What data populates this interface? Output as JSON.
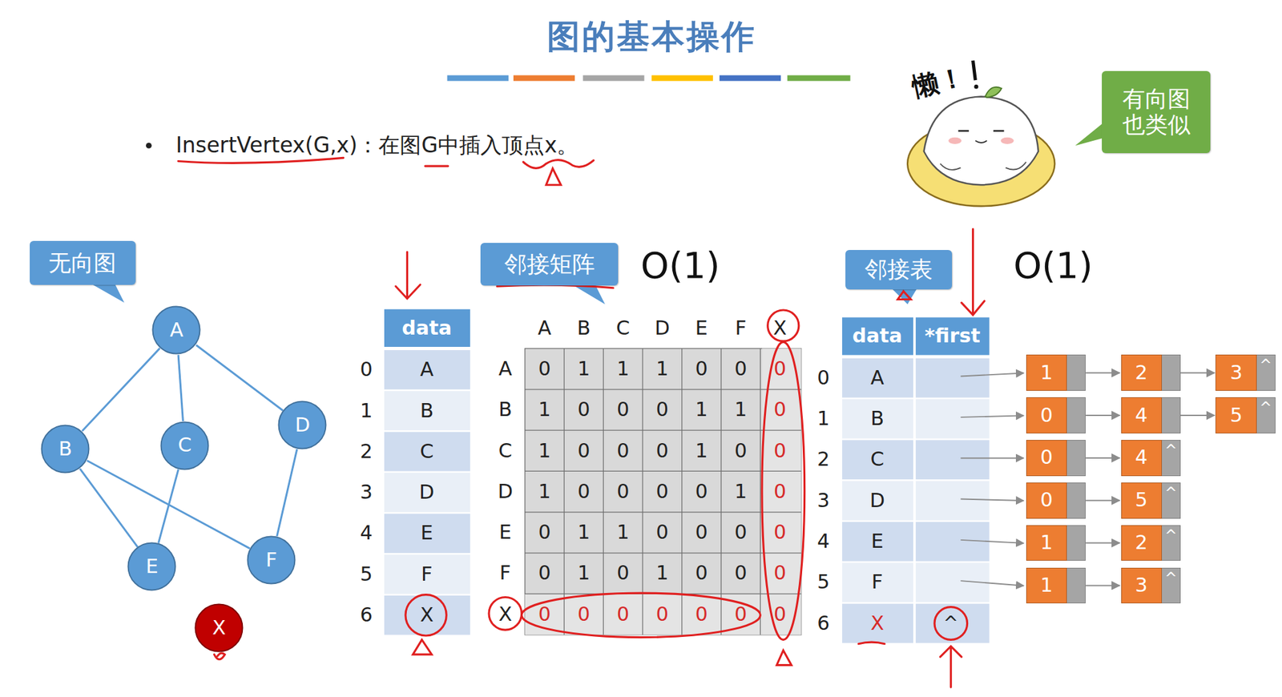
{
  "diagram": {
    "title": "图的基本操作",
    "nodes": [
      {
        "text": [
          "无向图"
        ]
      },
      {
        "text": [
          "A"
        ]
      },
      {
        "text": [
          "B"
        ]
      },
      {
        "text": [
          "C"
        ]
      },
      {
        "text": [
          "D"
        ]
      },
      {
        "text": [
          "E"
        ]
      },
      {
        "text": [
          "F"
        ]
      },
      {
        "text": [
          "X"
        ]
      },
      {
        "text": [
          "邻接矩阵"
        ]
      },
      {
        "text": [
          "邻接表"
        ]
      },
      {
        "text": [
          "有向图 也类似"
        ]
      },
      {
        "text": [
          "1"
        ]
      },
      {
        "text": [
          "2"
        ]
      },
      {
        "text": [
          "3",
          "^"
        ]
      },
      {
        "text": [
          "0"
        ]
      },
      {
        "text": [
          "4"
        ]
      },
      {
        "text": [
          "5",
          "^"
        ]
      },
      {
        "text": [
          "0"
        ]
      },
      {
        "text": [
          "4",
          "^"
        ]
      },
      {
        "text": [
          "0"
        ]
      },
      {
        "text": [
          "5",
          "^"
        ]
      },
      {
        "text": [
          "1"
        ]
      },
      {
        "text": [
          "2",
          "^"
        ]
      },
      {
        "text": [
          "1"
        ]
      },
      {
        "text": [
          "3",
          "^"
        ]
      }
    ],
    "edges": [
      {
        "from": 1,
        "to": 2,
        "arrow": "none"
      },
      {
        "from": 1,
        "to": 3,
        "arrow": "none"
      },
      {
        "from": 1,
        "to": 4,
        "arrow": "none"
      },
      {
        "from": 2,
        "to": 5,
        "arrow": "none"
      },
      {
        "from": 2,
        "to": 6,
        "arrow": "none"
      },
      {
        "from": 3,
        "to": 5,
        "arrow": "none"
      },
      {
        "from": 4,
        "to": 6,
        "arrow": "none"
      },
      {
        "from": 11,
        "to": 12,
        "arrow": "to"
      },
      {
        "from": 12,
        "to": 13,
        "arrow": "to"
      },
      {
        "from": 14,
        "to": 15,
        "arrow": "to"
      },
      {
        "from": 15,
        "to": 16,
        "arrow": "to"
      },
      {
        "from": 17,
        "to": 18,
        "arrow": "to"
      },
      {
        "from": 19,
        "to": 20,
        "arrow": "to"
      },
      {
        "from": 21,
        "to": 22,
        "arrow": "to"
      },
      {
        "from": 23,
        "to": 24,
        "arrow": "to"
      }
    ],
    "labels": [
      "InsertVertex(G,x)：在图G中插入顶点x。",
      "懒！",
      "O(1)",
      "O(1)",
      "data",
      "0",
      "1",
      "2",
      "3",
      "4",
      "5",
      "6",
      "A",
      "B",
      "C",
      "D",
      "E",
      "F",
      "X",
      "A",
      "B",
      "C",
      "D",
      "E",
      "F",
      "X",
      "A",
      "B",
      "C",
      "D",
      "E",
      "F",
      "X",
      "0",
      "1",
      "1",
      "1",
      "0",
      "0",
      "0",
      "1",
      "0",
      "0",
      "0",
      "1",
      "1",
      "0",
      "1",
      "0",
      "0",
      "0",
      "1",
      "0",
      "0",
      "1",
      "0",
      "0",
      "0",
      "0",
      "1",
      "0",
      "0",
      "1",
      "1",
      "0",
      "0",
      "0",
      "0",
      "0",
      "1",
      "0",
      "1",
      "0",
      "0",
      "0",
      "0",
      "0",
      "0",
      "0",
      "0",
      "0",
      "0",
      "data",
      "*first",
      "0",
      "1",
      "2",
      "3",
      "4",
      "5",
      "6",
      "A",
      "B",
      "C",
      "D",
      "E",
      "F",
      "X",
      "^"
    ]
  }
}
